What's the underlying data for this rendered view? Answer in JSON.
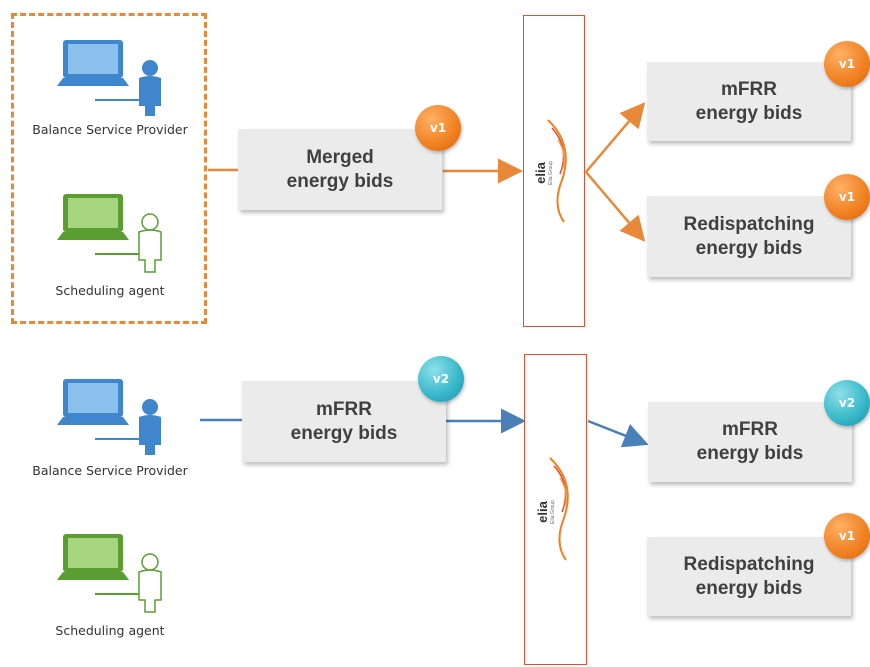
{
  "colors": {
    "orange": "#e8893a",
    "blue": "#4a7fb8",
    "badge_v1": "#f08020",
    "badge_v2": "#35b6c8",
    "box_fill": "#ebebeb",
    "computer_blue": "#3f86cc",
    "computer_green": "#5a9e32",
    "frame_red": "#e05030"
  },
  "top": {
    "actors": {
      "bsp_label": "Balance Service Provider",
      "agent_label": "Scheduling agent"
    },
    "merged_box": {
      "line1": "Merged",
      "line2": "energy bids",
      "badge": "v1"
    },
    "elia": {
      "logo": "elia",
      "tagline": "Elia Group"
    },
    "mfrr_box": {
      "line1": "mFRR",
      "line2": "energy bids",
      "badge": "v1"
    },
    "redispatch_box": {
      "line1": "Redispatching",
      "line2": "energy bids",
      "badge": "v1"
    }
  },
  "bottom": {
    "actors": {
      "bsp_label": "Balance Service Provider",
      "agent_label": "Scheduling agent"
    },
    "mfrr_in_box": {
      "line1": "mFRR",
      "line2": "energy bids",
      "badge": "v2"
    },
    "elia": {
      "logo": "elia",
      "tagline": "Elia Group"
    },
    "mfrr_box": {
      "line1": "mFRR",
      "line2": "energy bids",
      "badge": "v2"
    },
    "redispatch_box": {
      "line1": "Redispatching",
      "line2": "energy bids",
      "badge": "v1"
    }
  },
  "icons": [
    "computer-user-icon",
    "person-outline-icon",
    "elia-logo-icon"
  ]
}
